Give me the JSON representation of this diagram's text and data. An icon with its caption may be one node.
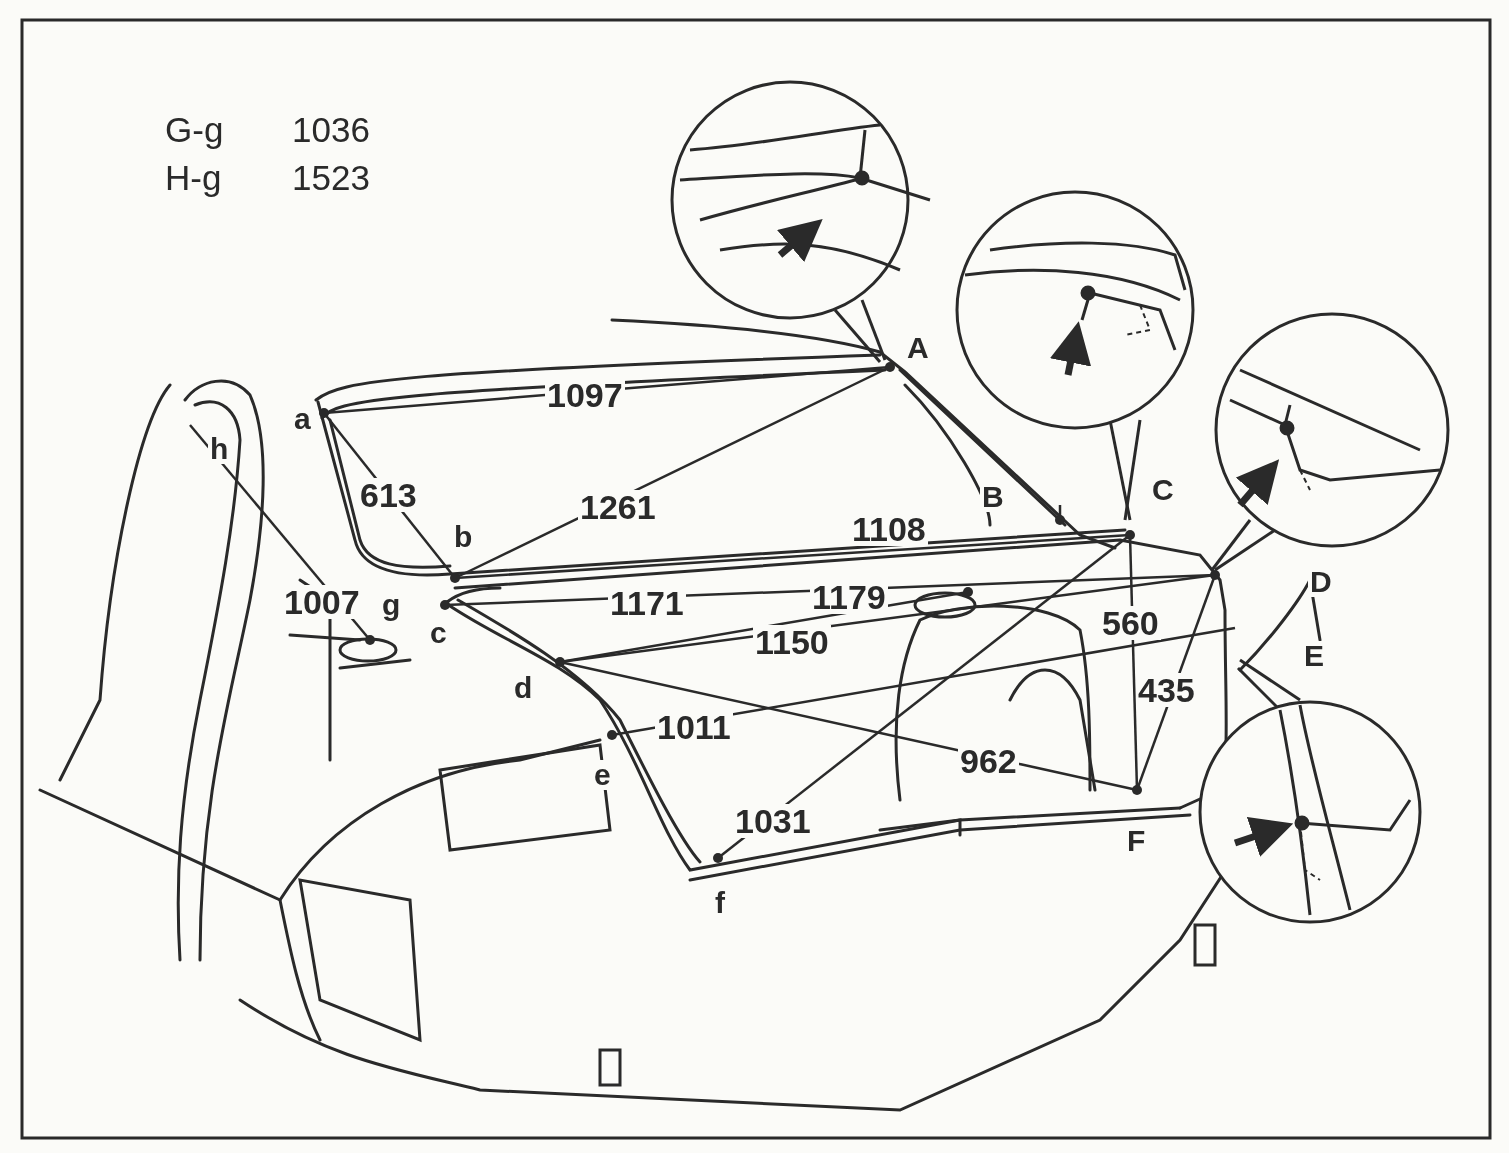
{
  "diagram": {
    "labels": [
      "G-g",
      "1036",
      "H-g",
      "1523",
      "A",
      "1097",
      "a",
      "h",
      "613",
      "B",
      "C",
      "1261",
      "b",
      "1108",
      "D",
      "560",
      "1007",
      "g",
      "1171",
      "1179",
      "c",
      "1150",
      "E",
      "d",
      "435",
      "1011",
      "962",
      "e",
      "1031",
      "F",
      "f"
    ]
  }
}
